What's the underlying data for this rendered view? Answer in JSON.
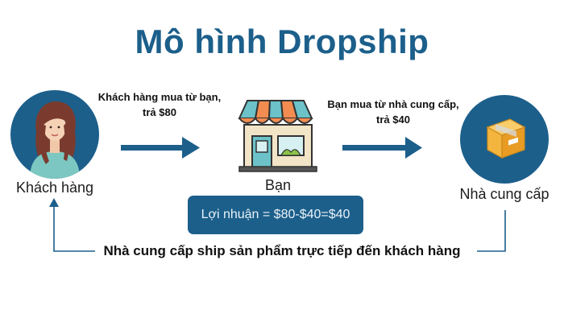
{
  "title": "Mô hình Dropship",
  "nodes": {
    "customer": "Khách hàng",
    "you": "Bạn",
    "supplier": "Nhà cung cấp"
  },
  "steps": {
    "customer_buys": "Khách hàng mua từ bạn, trả $80",
    "you_buy": "Bạn mua từ nhà cung cấp, trả $40"
  },
  "profit": "Lợi nhuận = $80-$40=$40",
  "shipping": "Nhà cung cấp ship sản phẩm trực tiếp đến khách hàng",
  "colors": {
    "primary": "#1c5f8b",
    "awning_orange": "#f28c50",
    "awning_teal": "#6cc2c8",
    "box": "#f4b53f"
  },
  "icons": [
    "woman-avatar-icon",
    "shop-icon",
    "package-box-icon"
  ]
}
